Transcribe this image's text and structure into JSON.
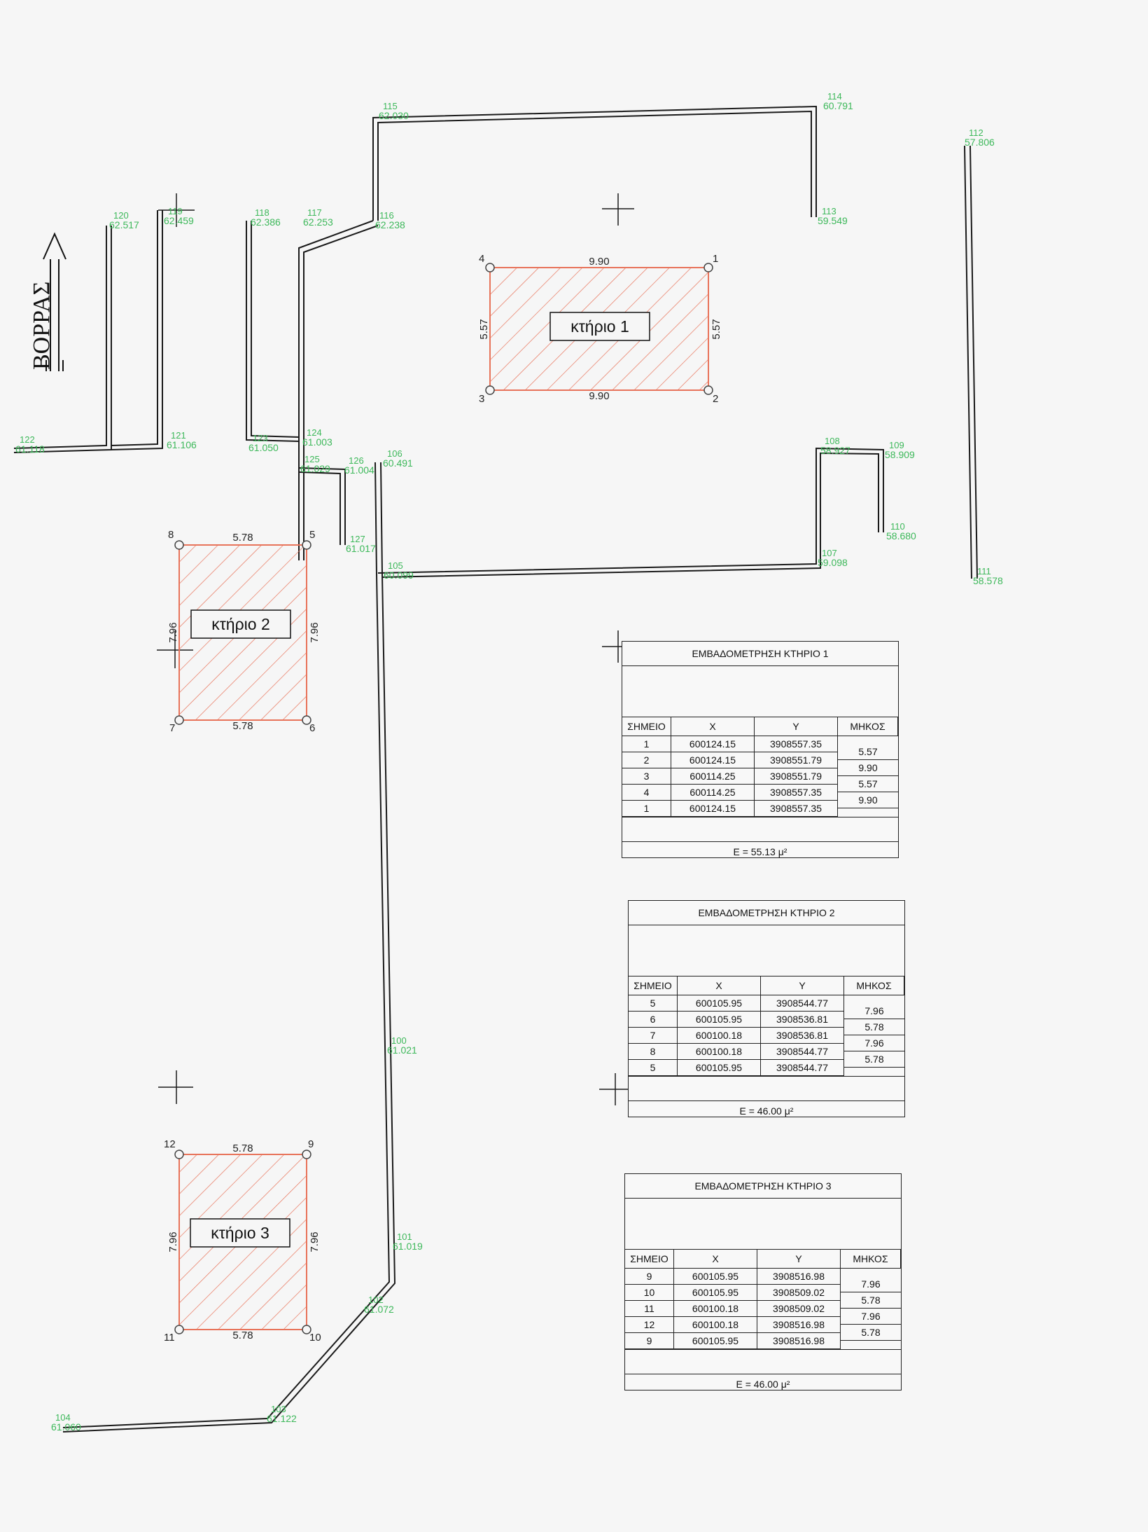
{
  "north": {
    "label": "ΒΟΡΡΑΣ"
  },
  "colors": {
    "survey_text": "#3db85a",
    "building_hatch": "#e8735a",
    "boundary_line": "#1a1a1a"
  },
  "buildings": [
    {
      "label": "κτήριο 1",
      "dims": {
        "top": "9.90",
        "bottom": "9.90",
        "left": "5.57",
        "right": "5.57"
      },
      "corners": {
        "tl": "4",
        "tr": "1",
        "br": "2",
        "bl": "3"
      }
    },
    {
      "label": "κτήριο 2",
      "dims": {
        "top": "5.78",
        "bottom": "5.78",
        "left": "7.96",
        "right": "7.96"
      },
      "corners": {
        "tl": "8",
        "tr": "5",
        "br": "6",
        "bl": "7"
      }
    },
    {
      "label": "κτήριο 3",
      "dims": {
        "top": "5.78",
        "bottom": "5.78",
        "left": "7.96",
        "right": "7.96"
      },
      "corners": {
        "tl": "12",
        "tr": "9",
        "br": "10",
        "bl": "11"
      }
    }
  ],
  "survey_points": [
    {
      "id": "114",
      "code": "114",
      "elev": "60.791"
    },
    {
      "id": "115",
      "code": "115",
      "elev": "62.030"
    },
    {
      "id": "113",
      "code": "113",
      "elev": "59.549"
    },
    {
      "id": "112",
      "code": "112",
      "elev": "57.806"
    },
    {
      "id": "111",
      "code": "111",
      "elev": "58.578"
    },
    {
      "id": "120",
      "code": "120",
      "elev": "62.517"
    },
    {
      "id": "119",
      "code": "119",
      "elev": "62.459"
    },
    {
      "id": "118",
      "code": "118",
      "elev": "62.386"
    },
    {
      "id": "117",
      "code": "117",
      "elev": "62.253"
    },
    {
      "id": "116",
      "code": "116",
      "elev": "62.238"
    },
    {
      "id": "122",
      "code": "122",
      "elev": "61.118"
    },
    {
      "id": "121",
      "code": "121",
      "elev": "61.106"
    },
    {
      "id": "123",
      "code": "123",
      "elev": "61.050"
    },
    {
      "id": "124",
      "code": "124",
      "elev": "61.003"
    },
    {
      "id": "125",
      "code": "125",
      "elev": "61.029"
    },
    {
      "id": "126",
      "code": "126",
      "elev": "61.004"
    },
    {
      "id": "106",
      "code": "106",
      "elev": "60.491"
    },
    {
      "id": "127",
      "code": "127",
      "elev": "61.017"
    },
    {
      "id": "108",
      "code": "108",
      "elev": "58.927"
    },
    {
      "id": "109",
      "code": "109",
      "elev": "58.909"
    },
    {
      "id": "110",
      "code": "110",
      "elev": "58.680"
    },
    {
      "id": "107",
      "code": "107",
      "elev": "59.098"
    },
    {
      "id": "105",
      "code": "105",
      "elev": "60.099"
    },
    {
      "id": "100",
      "code": "100",
      "elev": "61.021"
    },
    {
      "id": "101",
      "code": "101",
      "elev": "61.019"
    },
    {
      "id": "102",
      "code": "102",
      "elev": "61.072"
    },
    {
      "id": "103",
      "code": "103",
      "elev": "61.122"
    },
    {
      "id": "104",
      "code": "104",
      "elev": "61.060"
    }
  ],
  "tables": [
    {
      "title": "ΕΜΒΑΔΟΜΕΤΡΗΣΗ ΚΤΗΡΙΟ 1",
      "headers": [
        "ΣΗΜΕΙΟ",
        "X",
        "Y",
        "ΜΗΚΟΣ"
      ],
      "rows": [
        {
          "point": "1",
          "x": "600124.15",
          "y": "3908557.35"
        },
        {
          "point": "2",
          "x": "600124.15",
          "y": "3908551.79"
        },
        {
          "point": "3",
          "x": "600114.25",
          "y": "3908551.79"
        },
        {
          "point": "4",
          "x": "600114.25",
          "y": "3908557.35"
        },
        {
          "point": "1",
          "x": "600124.15",
          "y": "3908557.35"
        }
      ],
      "lengths": [
        "5.57",
        "9.90",
        "5.57",
        "9.90"
      ],
      "area": "E = 55.13 μ²"
    },
    {
      "title": "ΕΜΒΑΔΟΜΕΤΡΗΣΗ ΚΤΗΡΙΟ 2",
      "headers": [
        "ΣΗΜΕΙΟ",
        "X",
        "Y",
        "ΜΗΚΟΣ"
      ],
      "rows": [
        {
          "point": "5",
          "x": "600105.95",
          "y": "3908544.77"
        },
        {
          "point": "6",
          "x": "600105.95",
          "y": "3908536.81"
        },
        {
          "point": "7",
          "x": "600100.18",
          "y": "3908536.81"
        },
        {
          "point": "8",
          "x": "600100.18",
          "y": "3908544.77"
        },
        {
          "point": "5",
          "x": "600105.95",
          "y": "3908544.77"
        }
      ],
      "lengths": [
        "7.96",
        "5.78",
        "7.96",
        "5.78"
      ],
      "area": "E = 46.00 μ²"
    },
    {
      "title": "ΕΜΒΑΔΟΜΕΤΡΗΣΗ ΚΤΗΡΙΟ 3",
      "headers": [
        "ΣΗΜΕΙΟ",
        "X",
        "Y",
        "ΜΗΚΟΣ"
      ],
      "rows": [
        {
          "point": "9",
          "x": "600105.95",
          "y": "3908516.98"
        },
        {
          "point": "10",
          "x": "600105.95",
          "y": "3908509.02"
        },
        {
          "point": "11",
          "x": "600100.18",
          "y": "3908509.02"
        },
        {
          "point": "12",
          "x": "600100.18",
          "y": "3908516.98"
        },
        {
          "point": "9",
          "x": "600105.95",
          "y": "3908516.98"
        }
      ],
      "lengths": [
        "7.96",
        "5.78",
        "7.96",
        "5.78"
      ],
      "area": "E = 46.00 μ²"
    }
  ]
}
